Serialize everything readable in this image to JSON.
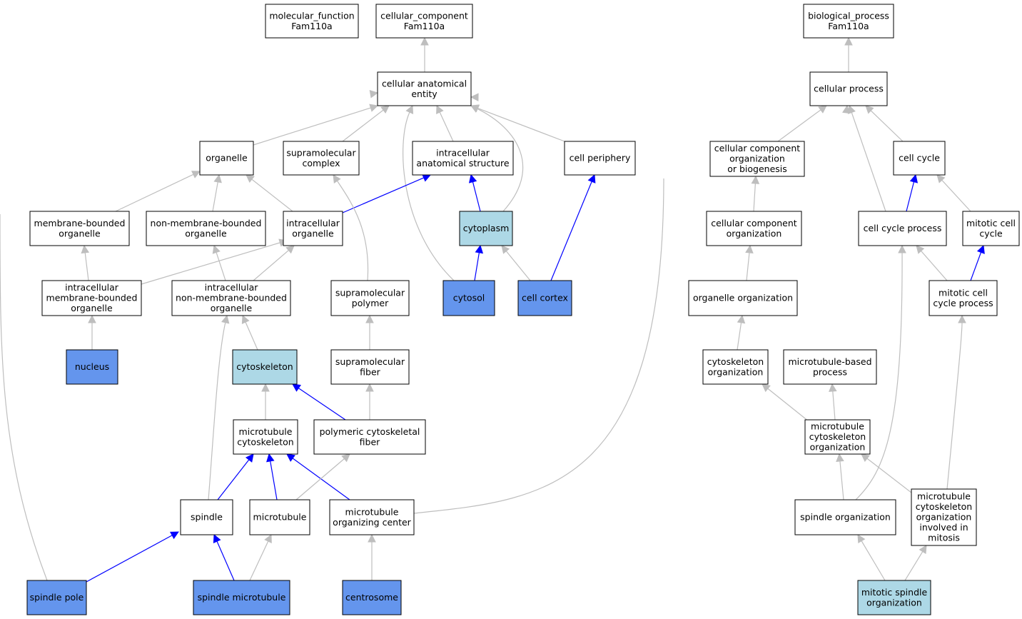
{
  "colors": {
    "white": "#ffffff",
    "light": "#add8e6",
    "blue": "#6495ed",
    "edge_gray": "#bebebe",
    "edge_blue": "#0000ff"
  },
  "nodes": [
    {
      "id": "mf",
      "lines": [
        "molecular_function",
        "Fam110a"
      ],
      "fill": "white"
    },
    {
      "id": "cc",
      "lines": [
        "cellular_component",
        "Fam110a"
      ],
      "fill": "white"
    },
    {
      "id": "bp",
      "lines": [
        "biological_process",
        "Fam110a"
      ],
      "fill": "white"
    },
    {
      "id": "cae",
      "lines": [
        "cellular anatomical",
        "entity"
      ],
      "fill": "white"
    },
    {
      "id": "cellproc",
      "lines": [
        "cellular process"
      ],
      "fill": "white"
    },
    {
      "id": "organelle",
      "lines": [
        "organelle"
      ],
      "fill": "white"
    },
    {
      "id": "supracomplex",
      "lines": [
        "supramolecular",
        "complex"
      ],
      "fill": "white"
    },
    {
      "id": "ias",
      "lines": [
        "intracellular",
        "anatomical structure"
      ],
      "fill": "white"
    },
    {
      "id": "cellperiph",
      "lines": [
        "cell periphery"
      ],
      "fill": "white"
    },
    {
      "id": "ccob",
      "lines": [
        "cellular component",
        "organization",
        "or biogenesis"
      ],
      "fill": "white"
    },
    {
      "id": "cellcycle",
      "lines": [
        "cell cycle"
      ],
      "fill": "white"
    },
    {
      "id": "mbo",
      "lines": [
        "membrane-bounded",
        "organelle"
      ],
      "fill": "white"
    },
    {
      "id": "nmbo",
      "lines": [
        "non-membrane-bounded",
        "organelle"
      ],
      "fill": "white"
    },
    {
      "id": "io",
      "lines": [
        "intracellular",
        "organelle"
      ],
      "fill": "white"
    },
    {
      "id": "cytoplasm",
      "lines": [
        "cytoplasm"
      ],
      "fill": "light"
    },
    {
      "id": "cco",
      "lines": [
        "cellular component",
        "organization"
      ],
      "fill": "white"
    },
    {
      "id": "ccp",
      "lines": [
        "cell cycle process"
      ],
      "fill": "white"
    },
    {
      "id": "mcc",
      "lines": [
        "mitotic cell",
        "cycle"
      ],
      "fill": "white"
    },
    {
      "id": "imbo",
      "lines": [
        "intracellular",
        "membrane-bounded",
        "organelle"
      ],
      "fill": "white"
    },
    {
      "id": "inmbo",
      "lines": [
        "intracellular",
        "non-membrane-bounded",
        "organelle"
      ],
      "fill": "white"
    },
    {
      "id": "suprapoly",
      "lines": [
        "supramolecular",
        "polymer"
      ],
      "fill": "white"
    },
    {
      "id": "cytosol",
      "lines": [
        "cytosol"
      ],
      "fill": "blue"
    },
    {
      "id": "cellcortex",
      "lines": [
        "cell cortex"
      ],
      "fill": "blue"
    },
    {
      "id": "orgorg",
      "lines": [
        "organelle organization"
      ],
      "fill": "white"
    },
    {
      "id": "mccp",
      "lines": [
        "mitotic cell",
        "cycle process"
      ],
      "fill": "white"
    },
    {
      "id": "nucleus",
      "lines": [
        "nucleus"
      ],
      "fill": "blue"
    },
    {
      "id": "cytoskeleton",
      "lines": [
        "cytoskeleton"
      ],
      "fill": "light"
    },
    {
      "id": "suprafiber",
      "lines": [
        "supramolecular",
        "fiber"
      ],
      "fill": "white"
    },
    {
      "id": "cso",
      "lines": [
        "cytoskeleton",
        "organization"
      ],
      "fill": "white"
    },
    {
      "id": "mbp",
      "lines": [
        "microtubule-based",
        "process"
      ],
      "fill": "white"
    },
    {
      "id": "mtcsk",
      "lines": [
        "microtubule",
        "cytoskeleton"
      ],
      "fill": "white"
    },
    {
      "id": "pcf",
      "lines": [
        "polymeric cytoskeletal",
        "fiber"
      ],
      "fill": "white"
    },
    {
      "id": "mtcsko",
      "lines": [
        "microtubule",
        "cytoskeleton",
        "organization"
      ],
      "fill": "white"
    },
    {
      "id": "spindle",
      "lines": [
        "spindle"
      ],
      "fill": "white"
    },
    {
      "id": "microtubule",
      "lines": [
        "microtubule"
      ],
      "fill": "white"
    },
    {
      "id": "mtoc",
      "lines": [
        "microtubule",
        "organizing center"
      ],
      "fill": "white"
    },
    {
      "id": "spo",
      "lines": [
        "spindle organization"
      ],
      "fill": "white"
    },
    {
      "id": "mtcskom",
      "lines": [
        "microtubule",
        "cytoskeleton",
        "organization",
        "involved in",
        "mitosis"
      ],
      "fill": "white"
    },
    {
      "id": "spindlepole",
      "lines": [
        "spindle pole"
      ],
      "fill": "blue"
    },
    {
      "id": "spindlemt",
      "lines": [
        "spindle microtubule"
      ],
      "fill": "blue"
    },
    {
      "id": "centrosome",
      "lines": [
        "centrosome"
      ],
      "fill": "blue"
    },
    {
      "id": "mso",
      "lines": [
        "mitotic spindle",
        "organization"
      ],
      "fill": "light"
    }
  ],
  "edges": [
    {
      "from": "cae",
      "to": "cc",
      "color": "edge_gray"
    },
    {
      "from": "cellproc",
      "to": "bp",
      "color": "edge_gray"
    },
    {
      "from": "organelle",
      "to": "cae",
      "color": "edge_gray"
    },
    {
      "from": "supracomplex",
      "to": "cae",
      "color": "edge_gray"
    },
    {
      "from": "ias",
      "to": "cae",
      "color": "edge_gray"
    },
    {
      "from": "cellperiph",
      "to": "cae",
      "color": "edge_gray"
    },
    {
      "from": "cytoplasm",
      "to": "cae",
      "color": "edge_gray"
    },
    {
      "from": "cytosol",
      "to": "cae",
      "color": "edge_gray"
    },
    {
      "from": "mtoc",
      "to": "cae",
      "color": "edge_gray"
    },
    {
      "from": "spindlepole",
      "to": "cae",
      "color": "edge_gray"
    },
    {
      "from": "mbo",
      "to": "organelle",
      "color": "edge_gray"
    },
    {
      "from": "nmbo",
      "to": "organelle",
      "color": "edge_gray"
    },
    {
      "from": "io",
      "to": "organelle",
      "color": "edge_gray"
    },
    {
      "from": "io",
      "to": "ias",
      "color": "edge_blue"
    },
    {
      "from": "cytoplasm",
      "to": "ias",
      "color": "edge_blue"
    },
    {
      "from": "cellcortex",
      "to": "cellperiph",
      "color": "edge_blue"
    },
    {
      "from": "imbo",
      "to": "mbo",
      "color": "edge_gray"
    },
    {
      "from": "imbo",
      "to": "io",
      "color": "edge_gray"
    },
    {
      "from": "inmbo",
      "to": "nmbo",
      "color": "edge_gray"
    },
    {
      "from": "inmbo",
      "to": "io",
      "color": "edge_gray"
    },
    {
      "from": "nucleus",
      "to": "imbo",
      "color": "edge_gray"
    },
    {
      "from": "cytoskeleton",
      "to": "inmbo",
      "color": "edge_gray"
    },
    {
      "from": "spindle",
      "to": "inmbo",
      "color": "edge_gray"
    },
    {
      "from": "suprapoly",
      "to": "supracomplex",
      "color": "edge_gray"
    },
    {
      "from": "suprafiber",
      "to": "suprapoly",
      "color": "edge_gray"
    },
    {
      "from": "pcf",
      "to": "suprafiber",
      "color": "edge_gray"
    },
    {
      "from": "pcf",
      "to": "cytoskeleton",
      "color": "edge_blue"
    },
    {
      "from": "mtcsk",
      "to": "cytoskeleton",
      "color": "edge_gray"
    },
    {
      "from": "cytosol",
      "to": "cytoplasm",
      "color": "edge_blue"
    },
    {
      "from": "cellcortex",
      "to": "cytoplasm",
      "color": "edge_gray"
    },
    {
      "from": "spindle",
      "to": "mtcsk",
      "color": "edge_blue"
    },
    {
      "from": "microtubule",
      "to": "mtcsk",
      "color": "edge_blue"
    },
    {
      "from": "mtoc",
      "to": "mtcsk",
      "color": "edge_blue"
    },
    {
      "from": "microtubule",
      "to": "pcf",
      "color": "edge_gray"
    },
    {
      "from": "spindlepole",
      "to": "spindle",
      "color": "edge_blue"
    },
    {
      "from": "spindlemt",
      "to": "spindle",
      "color": "edge_blue"
    },
    {
      "from": "spindlemt",
      "to": "microtubule",
      "color": "edge_gray"
    },
    {
      "from": "centrosome",
      "to": "mtoc",
      "color": "edge_gray"
    },
    {
      "from": "ccob",
      "to": "cellproc",
      "color": "edge_gray"
    },
    {
      "from": "cellcycle",
      "to": "cellproc",
      "color": "edge_gray"
    },
    {
      "from": "ccp",
      "to": "cellproc",
      "color": "edge_gray"
    },
    {
      "from": "mbp",
      "to": "cellproc",
      "color": "edge_gray"
    },
    {
      "from": "cco",
      "to": "ccob",
      "color": "edge_gray"
    },
    {
      "from": "ccp",
      "to": "cellcycle",
      "color": "edge_blue"
    },
    {
      "from": "mcc",
      "to": "cellcycle",
      "color": "edge_gray"
    },
    {
      "from": "orgorg",
      "to": "cco",
      "color": "edge_gray"
    },
    {
      "from": "mccp",
      "to": "ccp",
      "color": "edge_gray"
    },
    {
      "from": "mccp",
      "to": "mcc",
      "color": "edge_blue"
    },
    {
      "from": "spo",
      "to": "ccp",
      "color": "edge_gray"
    },
    {
      "from": "mtcskom",
      "to": "mccp",
      "color": "edge_gray"
    },
    {
      "from": "cso",
      "to": "orgorg",
      "color": "edge_gray"
    },
    {
      "from": "mtcsko",
      "to": "cso",
      "color": "edge_gray"
    },
    {
      "from": "mtcsko",
      "to": "mbp",
      "color": "edge_gray"
    },
    {
      "from": "spo",
      "to": "mtcsko",
      "color": "edge_gray"
    },
    {
      "from": "mtcskom",
      "to": "mtcsko",
      "color": "edge_gray"
    },
    {
      "from": "mso",
      "to": "spo",
      "color": "edge_gray"
    },
    {
      "from": "mso",
      "to": "mtcskom",
      "color": "edge_gray"
    }
  ]
}
